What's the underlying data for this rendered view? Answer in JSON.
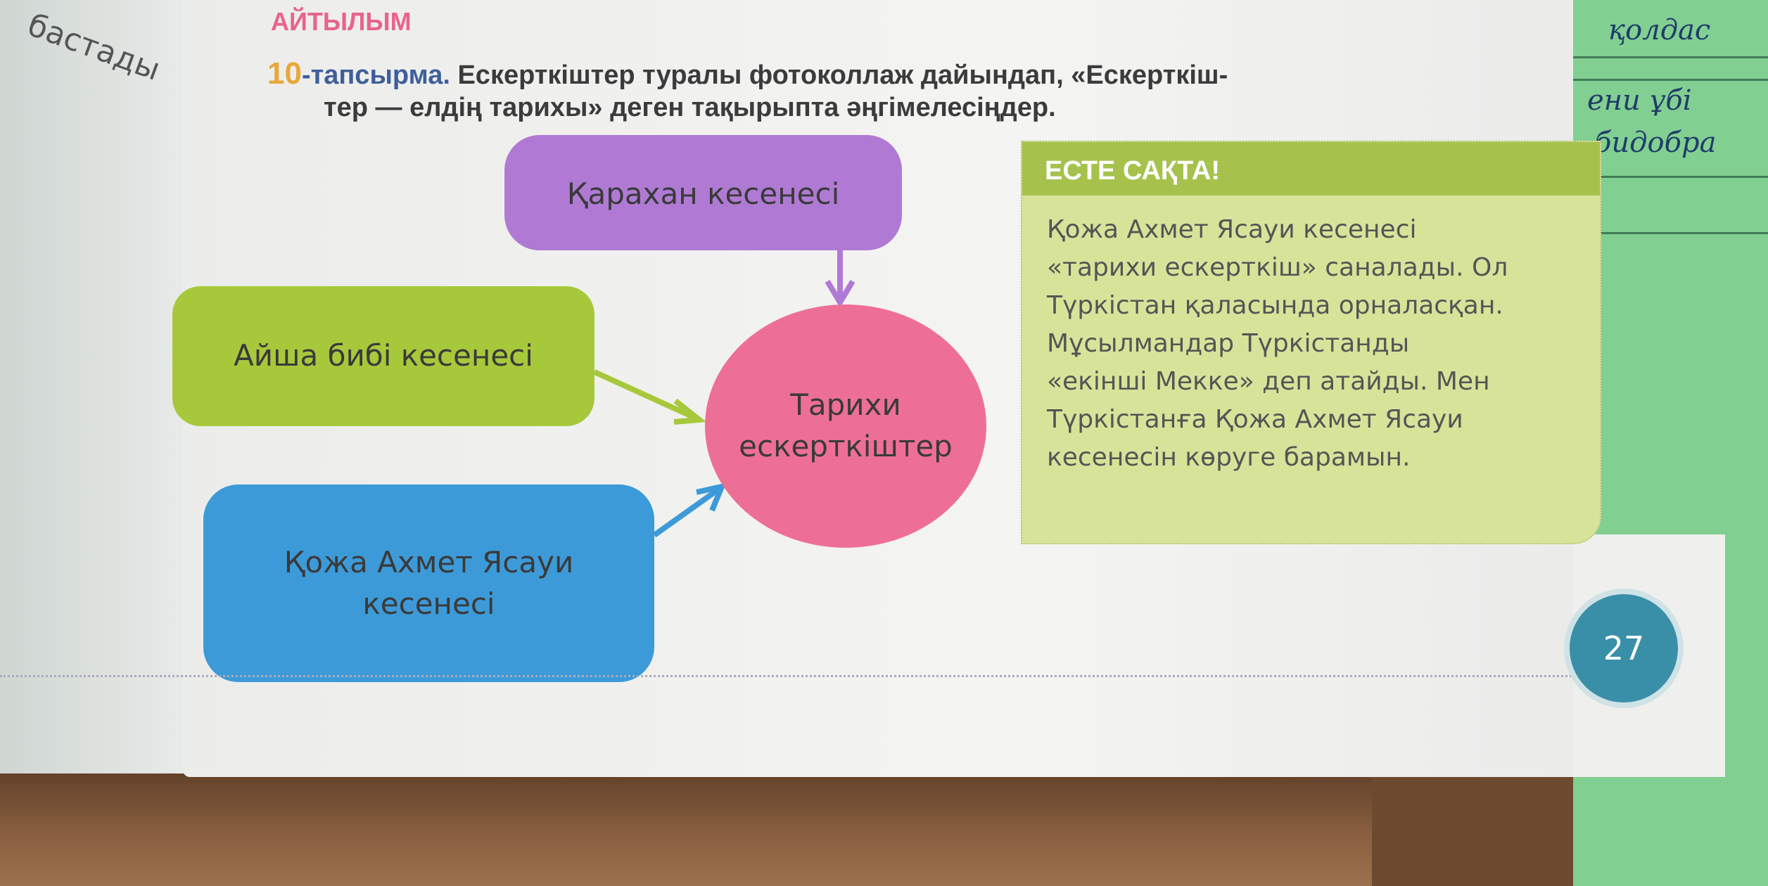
{
  "left_page": {
    "word": "бастады"
  },
  "section": "АЙТЫЛЫМ",
  "task": {
    "number": "10",
    "label": "-тапсырма.",
    "line1": " Ескерткіштер туралы фотоколлаж дайындап, «Ескерткіш-",
    "line2": "тер — елдің тарихы» деген тақырыпта әңгімелесіңдер."
  },
  "diagram": {
    "center": "Тарихи ескерткіштер",
    "nodes": [
      {
        "label": "Қарахан кесенесі",
        "color": "#b07ad4"
      },
      {
        "label": "Айша бибі кесенесі",
        "color": "#a8c83c"
      },
      {
        "label": "Қожа Ахмет Ясауи кесенесі",
        "color": "#3d9ad8"
      }
    ]
  },
  "remember": {
    "title": "ЕСТЕ САҚТА!",
    "lines": [
      "Қожа Ахмет Ясауи кесенесі",
      "«тарихи ескерткіш» саналады. Ол",
      "Түркістан қаласында орналасқан.",
      "Мұсылмандар Түркістанды",
      "«екінші Мекке» деп атайды. Мен",
      "Түркістанға Қожа Ахмет Ясауи",
      "кесенесін көруге барамын."
    ]
  },
  "page_number": "27",
  "notebook": {
    "handwriting": [
      "қолдас",
      "ени ұбі",
      "бидобра"
    ]
  }
}
